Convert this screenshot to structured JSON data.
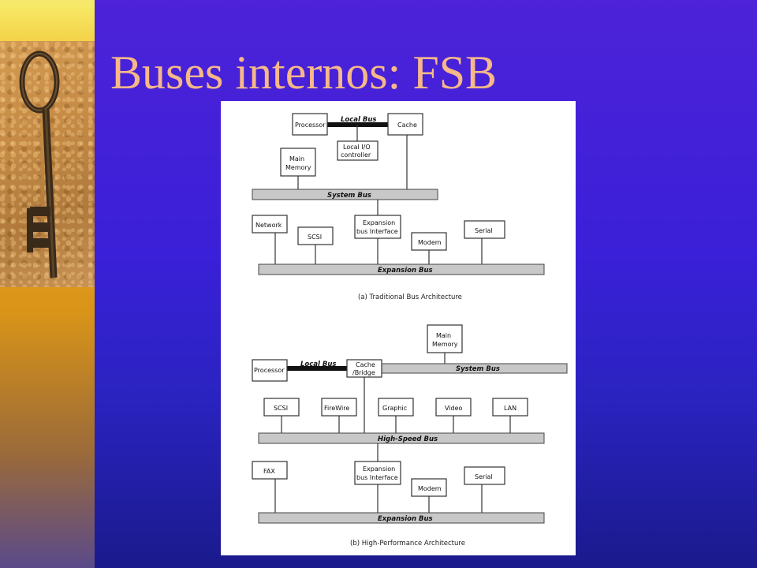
{
  "slide": {
    "title": "Buses internos: FSB",
    "decoration_icon": "antique-key-image"
  },
  "diagram_a": {
    "caption": "(a) Traditional Bus Architecture",
    "nodes": {
      "processor": "Processor",
      "cache": "Cache",
      "local_io_1": "Local I/O",
      "local_io_2": "controller",
      "main_memory_1": "Main",
      "main_memory_2": "Memory",
      "network": "Network",
      "scsi": "SCSI",
      "expansion_1": "Expansion",
      "expansion_2": "bus Interface",
      "modem": "Modem",
      "serial": "Serial"
    },
    "buses": {
      "local": "Local Bus",
      "system": "System Bus",
      "expansion": "Expansion Bus"
    }
  },
  "diagram_b": {
    "caption": "(b) High-Performance Architecture",
    "nodes": {
      "main_memory_1": "Main",
      "main_memory_2": "Memory",
      "processor": "Processor",
      "cache_bridge_1": "Cache",
      "cache_bridge_2": "/Bridge",
      "scsi": "SCSI",
      "firewire": "FireWire",
      "graphic": "Graphic",
      "video": "Video",
      "lan": "LAN",
      "fax": "FAX",
      "expansion_1": "Expansion",
      "expansion_2": "bus Interface",
      "modem": "Modem",
      "serial": "Serial"
    },
    "buses": {
      "local": "Local Bus",
      "system": "System Bus",
      "high_speed": "High-Speed Bus",
      "expansion": "Expansion Bus"
    }
  }
}
